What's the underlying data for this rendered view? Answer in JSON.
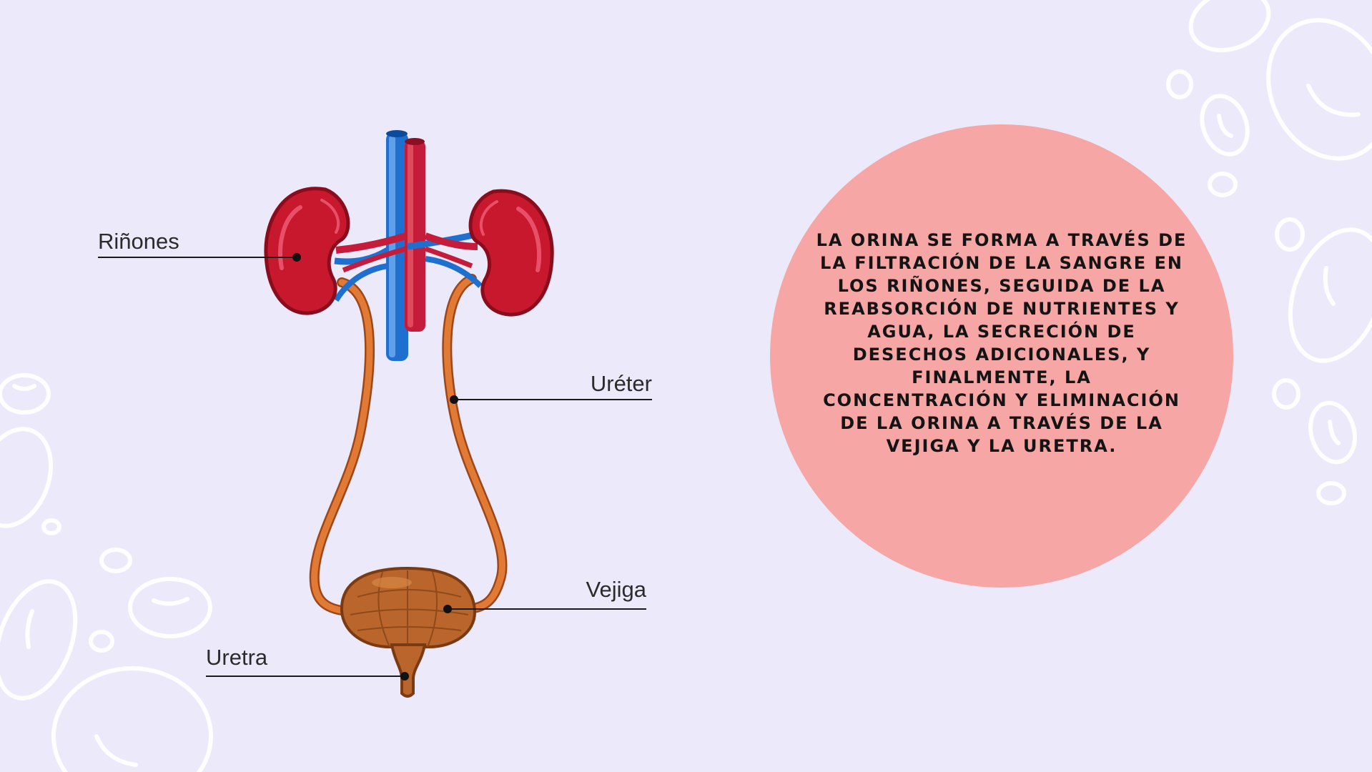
{
  "colors": {
    "background": "#ECEAFA",
    "circle": "#F5A6A5",
    "kidney": "#C8182E",
    "vein": "#1E6FD0",
    "artery": "#C41C3A",
    "ureter": "#D7682A",
    "bladder": "#B9652B",
    "decoration": "#FFFFFF"
  },
  "diagram": {
    "labels": {
      "kidneys": "Riñones",
      "ureter": "Uréter",
      "bladder": "Vejiga",
      "urethra": "Uretra"
    }
  },
  "info": {
    "text": "La orina se forma a través de la filtración de la sangre en los riñones, seguida de la reabsorción de nutrientes y agua, la secreción de desechos adicionales, y finalmente, la concentración y eliminación de la orina a través de la vejiga y la uretra."
  }
}
